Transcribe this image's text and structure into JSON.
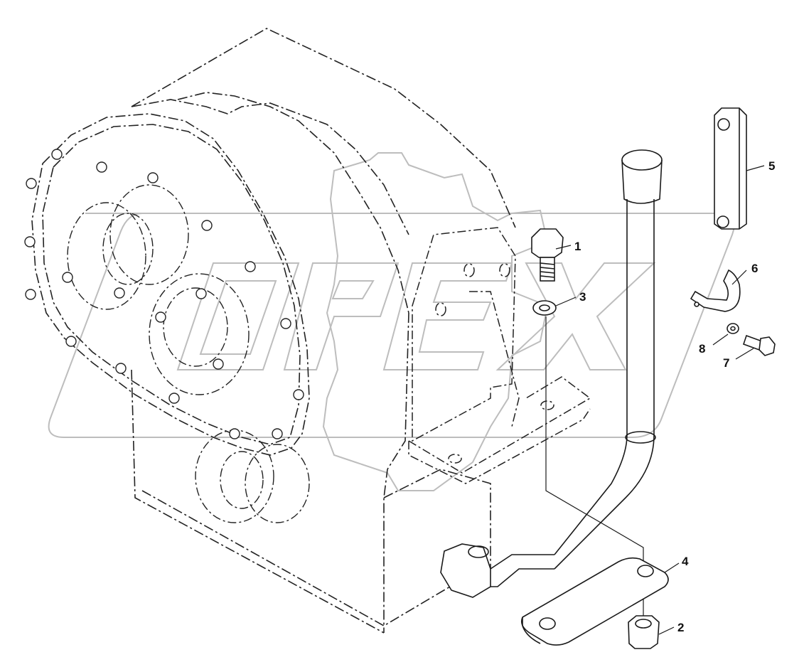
{
  "watermark": {
    "text": "OPEX"
  },
  "callouts": [
    {
      "id": "1",
      "label": "1"
    },
    {
      "id": "2",
      "label": "2"
    },
    {
      "id": "3",
      "label": "3"
    },
    {
      "id": "4",
      "label": "4"
    },
    {
      "id": "5",
      "label": "5"
    },
    {
      "id": "6",
      "label": "6"
    },
    {
      "id": "7",
      "label": "7"
    },
    {
      "id": "8",
      "label": "8"
    }
  ],
  "colors": {
    "line": "#1a1a1a",
    "dash": "#222222",
    "watermark": "#bdbdbd",
    "background": "#ffffff"
  }
}
